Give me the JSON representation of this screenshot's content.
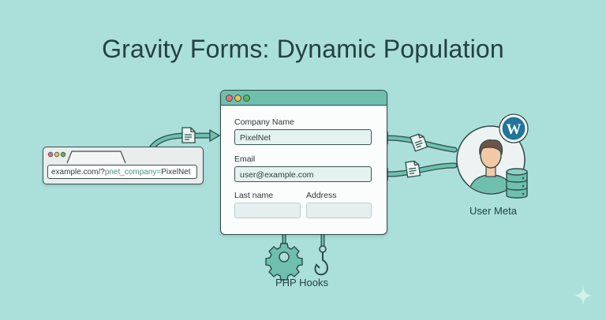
{
  "title": "Gravity Forms: Dynamic Population",
  "browser_url": {
    "prefix": "example.com/?",
    "param": "pnet_company",
    "equals": "=",
    "value": "PixelNet"
  },
  "form": {
    "fields": [
      {
        "label": "Company Name",
        "value": "PixelNet"
      },
      {
        "label": "Email",
        "value": "user@example.com"
      },
      {
        "label": "Last name",
        "value": ""
      },
      {
        "label": "Address",
        "value": ""
      }
    ]
  },
  "sources": {
    "user_meta_label": "User Meta",
    "php_hooks_label": "PHP Hooks"
  },
  "colors": {
    "background": "#abdfda",
    "accent": "#6fbfae",
    "stroke": "#2d4a48",
    "wordpress_blue": "#21759b"
  },
  "icons": [
    "document-icon",
    "gear-icon",
    "hook-icon",
    "wordpress-icon",
    "user-avatar-icon",
    "database-icon",
    "sparkle-icon"
  ]
}
